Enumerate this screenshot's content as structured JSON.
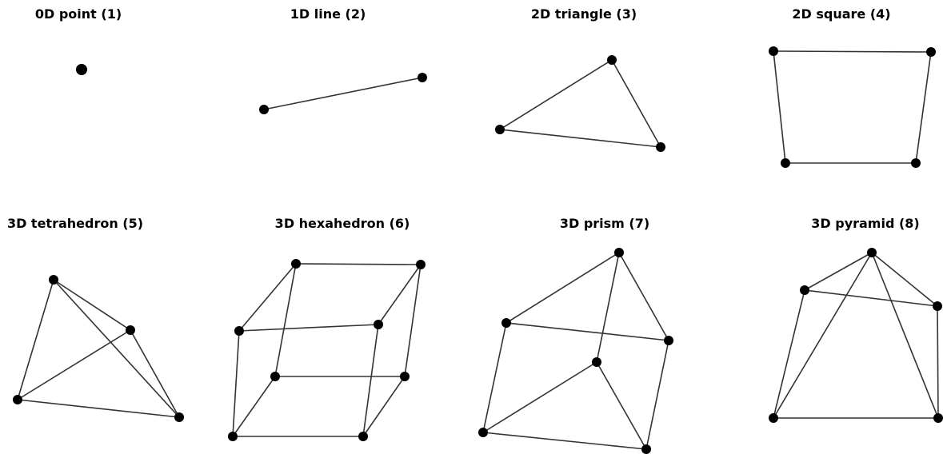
{
  "figures": [
    {
      "id": "point",
      "label": "0D point (1)"
    },
    {
      "id": "line",
      "label": "1D line (2)"
    },
    {
      "id": "triangle",
      "label": "2D triangle (3)"
    },
    {
      "id": "square",
      "label": "2D square (4)"
    },
    {
      "id": "tetrahedron",
      "label": "3D tetrahedron (5)"
    },
    {
      "id": "hexahedron",
      "label": "3D hexahedron (6)"
    },
    {
      "id": "prism",
      "label": "3D prism (7)"
    },
    {
      "id": "pyramid",
      "label": "3D pyramid (8)"
    }
  ]
}
